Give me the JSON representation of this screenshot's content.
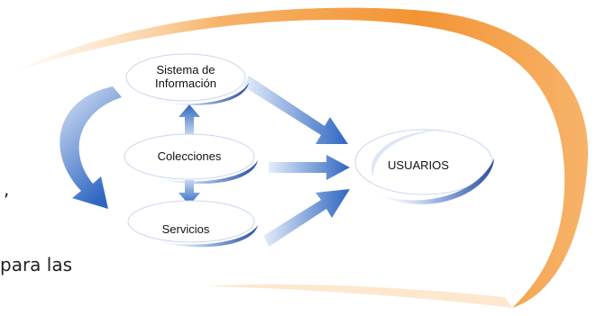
{
  "nodes": {
    "sistema_line1": "Sistema de",
    "sistema_line2": "Información",
    "colecciones": "Colecciones",
    "servicios": "Servicios",
    "usuarios": "USUARIOS"
  },
  "background_text": {
    "comma": ",",
    "fragment": "para las"
  },
  "colors": {
    "orange_ring": "#F39A3B",
    "arrow_blue": "#3A6FC4",
    "ellipse_stroke": "#2B4F9E"
  }
}
